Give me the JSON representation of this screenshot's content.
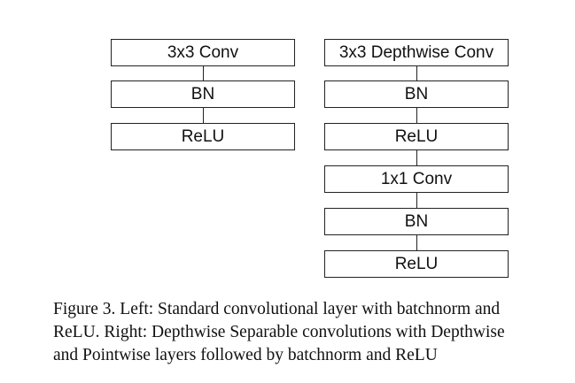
{
  "left_column": {
    "blocks": [
      "3x3 Conv",
      "BN",
      "ReLU"
    ]
  },
  "right_column": {
    "blocks": [
      "3x3 Depthwise Conv",
      "BN",
      "ReLU",
      "1x1 Conv",
      "BN",
      "ReLU"
    ]
  },
  "caption": {
    "lines": [
      "Figure 3. Left: Standard convolutional layer with batchnorm and",
      "ReLU. Right: Depthwise Separable convolutions with Depthwise",
      "and Pointwise layers followed by batchnorm and ReLU"
    ]
  }
}
